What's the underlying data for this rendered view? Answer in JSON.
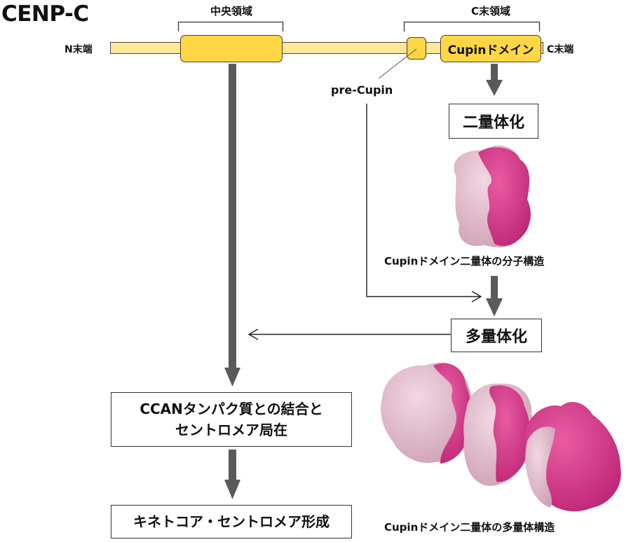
{
  "title": "CENP-C",
  "protein_bar": {
    "n_terminus_label": "N末端",
    "c_terminus_label": "C末端",
    "central_region_label": "中央領域",
    "c_terminal_region_label": "C末領域",
    "cupin_domain_label": "Cupinドメイン",
    "pre_cupin_label": "pre-Cupin"
  },
  "steps": {
    "dimerization": "二量体化",
    "dimer_caption": "Cupinドメイン二量体の分子構造",
    "multimerization": "多量体化",
    "multimer_caption": "Cupinドメイン二量体の多量体構造",
    "ccan_binding_line1": "CCANタンパク質との結合と",
    "ccan_binding_line2": "セントロメア局在",
    "kinetochore_formation": "キネトコア・セントロメア形成"
  },
  "colors": {
    "backbone": "#FFE79A",
    "domain": "#FFD645",
    "arrow": "#5a5a5a",
    "protein_magenta": "#D63A8C",
    "protein_light": "#E9C3D3"
  }
}
